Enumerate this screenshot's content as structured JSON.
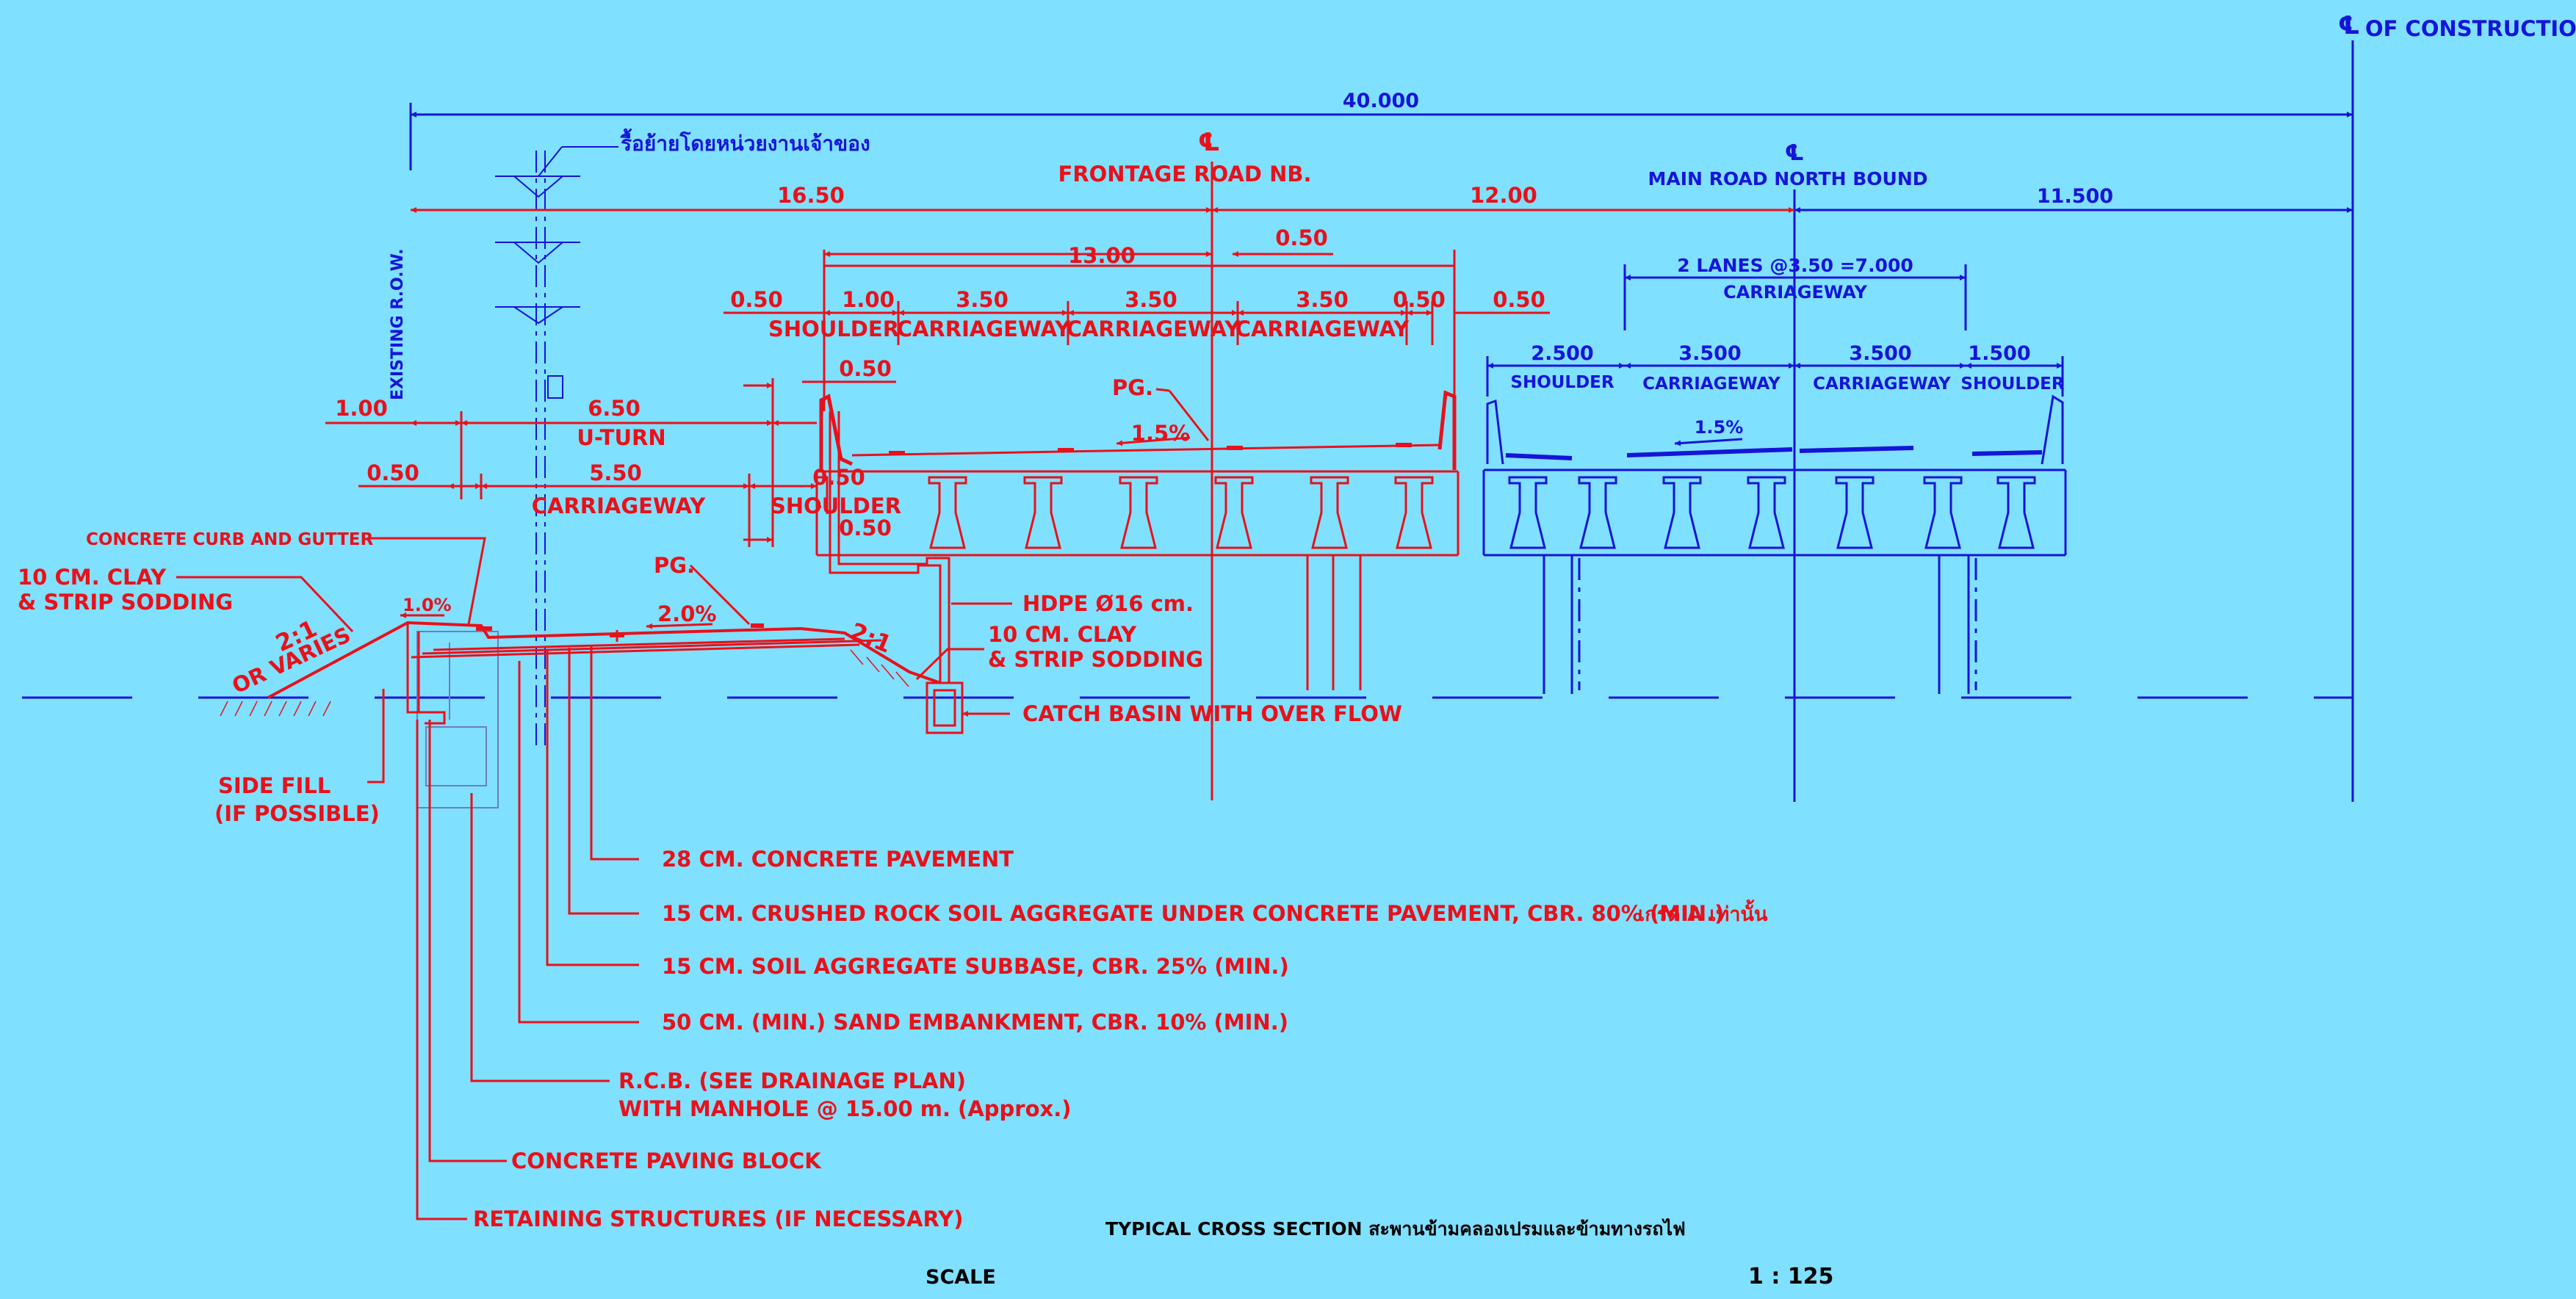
{
  "colors": {
    "background": "#80E0FF",
    "red": "#E8111A",
    "blue": "#1515D8",
    "black": "#000000"
  },
  "labels": {
    "cl_construction": "OF CONSTRUCTION",
    "cl_symbol_1": "℄",
    "cl_symbol_2": "℄",
    "cl_symbol_3": "℄",
    "dim_40000": "40.000",
    "relocate_note": "รื้อย้ายโดยหน่วยงานเจ้าของ",
    "frontage_road": "FRONTAGE ROAD NB.",
    "main_road": "MAIN ROAD NORTH BOUND",
    "dim_1650": "16.50",
    "dim_1200": "12.00",
    "dim_11500": "11.500",
    "dim_1300": "13.00",
    "dim_050_top": "0.50",
    "two_lanes": "2 LANES @3.50 =7.000",
    "carriageway_main": "CARRIAGEWAY",
    "existing_row": "EXISTING R.O.W.",
    "dim_050_a": "0.50",
    "dim_100_a": "1.00",
    "dim_350_a": "3.50",
    "dim_350_b": "3.50",
    "dim_350_c": "3.50",
    "dim_050_b": "0.50",
    "dim_050_c": "0.50",
    "shoulder_fr": "SHOULDER",
    "carriageway_fr1": "CARRIAGEWAY",
    "carriageway_fr2": "CARRIAGEWAY",
    "carriageway_fr3": "CARRIAGEWAY",
    "dim_2500": "2.500",
    "dim_3500_a": "3.500",
    "dim_3500_b": "3.500",
    "dim_1500": "1.500",
    "shoulder_m1": "SHOULDER",
    "carriageway_m1": "CARRIAGEWAY",
    "carriageway_m2": "CARRIAGEWAY",
    "shoulder_m2": "SHOULDER",
    "dim_050_d": "0.50",
    "pg_top": "PG.",
    "slope_15_red": "1.5%",
    "slope_15_blue": "1.5%",
    "dim_100_b": "1.00",
    "dim_650": "6.50",
    "uturn": "U-TURN",
    "dim_050_e": "0.50",
    "dim_550": "5.50",
    "carriageway_ut": "CARRIAGEWAY",
    "shoulder_ut": "SHOULDER",
    "dim_050_f": "0.50",
    "dim_050_g": "0.50",
    "curb_gutter": "CONCRETE CURB AND GUTTER",
    "clay_left_1": "10 CM. CLAY",
    "clay_left_2": "& STRIP SODDING",
    "pg_left": "PG.",
    "slope_10": "1.0%",
    "slope_20": "2.0%",
    "slope_21_left": "2:1",
    "or_varies": "OR VARIES",
    "slope_21_right": "2:1",
    "hdpe": "HDPE Ø16 cm.",
    "clay_right_1": "10 CM. CLAY",
    "clay_right_2": "& STRIP SODDING",
    "catch_basin": "CATCH BASIN WITH OVER FLOW",
    "side_fill_1": "SIDE FILL",
    "side_fill_2": "(IF POSSIBLE)",
    "layer_pavement": "28 CM. CONCRETE PAVEMENT",
    "layer_crushed": "15 CM. CRUSHED ROCK SOIL AGGREGATE UNDER CONCRETE PAVEMENT, CBR. 80% (MIN.)",
    "grade_a_note": "เกรด A เท่านั้น",
    "layer_subbase": "15 CM. SOIL AGGREGATE SUBBASE, CBR. 25% (MIN.)",
    "layer_sand": "50 CM. (MIN.) SAND EMBANKMENT, CBR. 10% (MIN.)",
    "rcb_1": "R.C.B. (SEE DRAINAGE PLAN)",
    "rcb_2": "WITH MANHOLE @ 15.00 m. (Approx.)",
    "paving_block": "CONCRETE PAVING BLOCK",
    "retaining": "RETAINING STRUCTURES (IF NECESSARY)",
    "title": "TYPICAL CROSS SECTION สะพานข้ามคลองเปรมและข้ามทางรถไฟ",
    "scale_label": "SCALE",
    "scale_value": "1 : 125"
  }
}
